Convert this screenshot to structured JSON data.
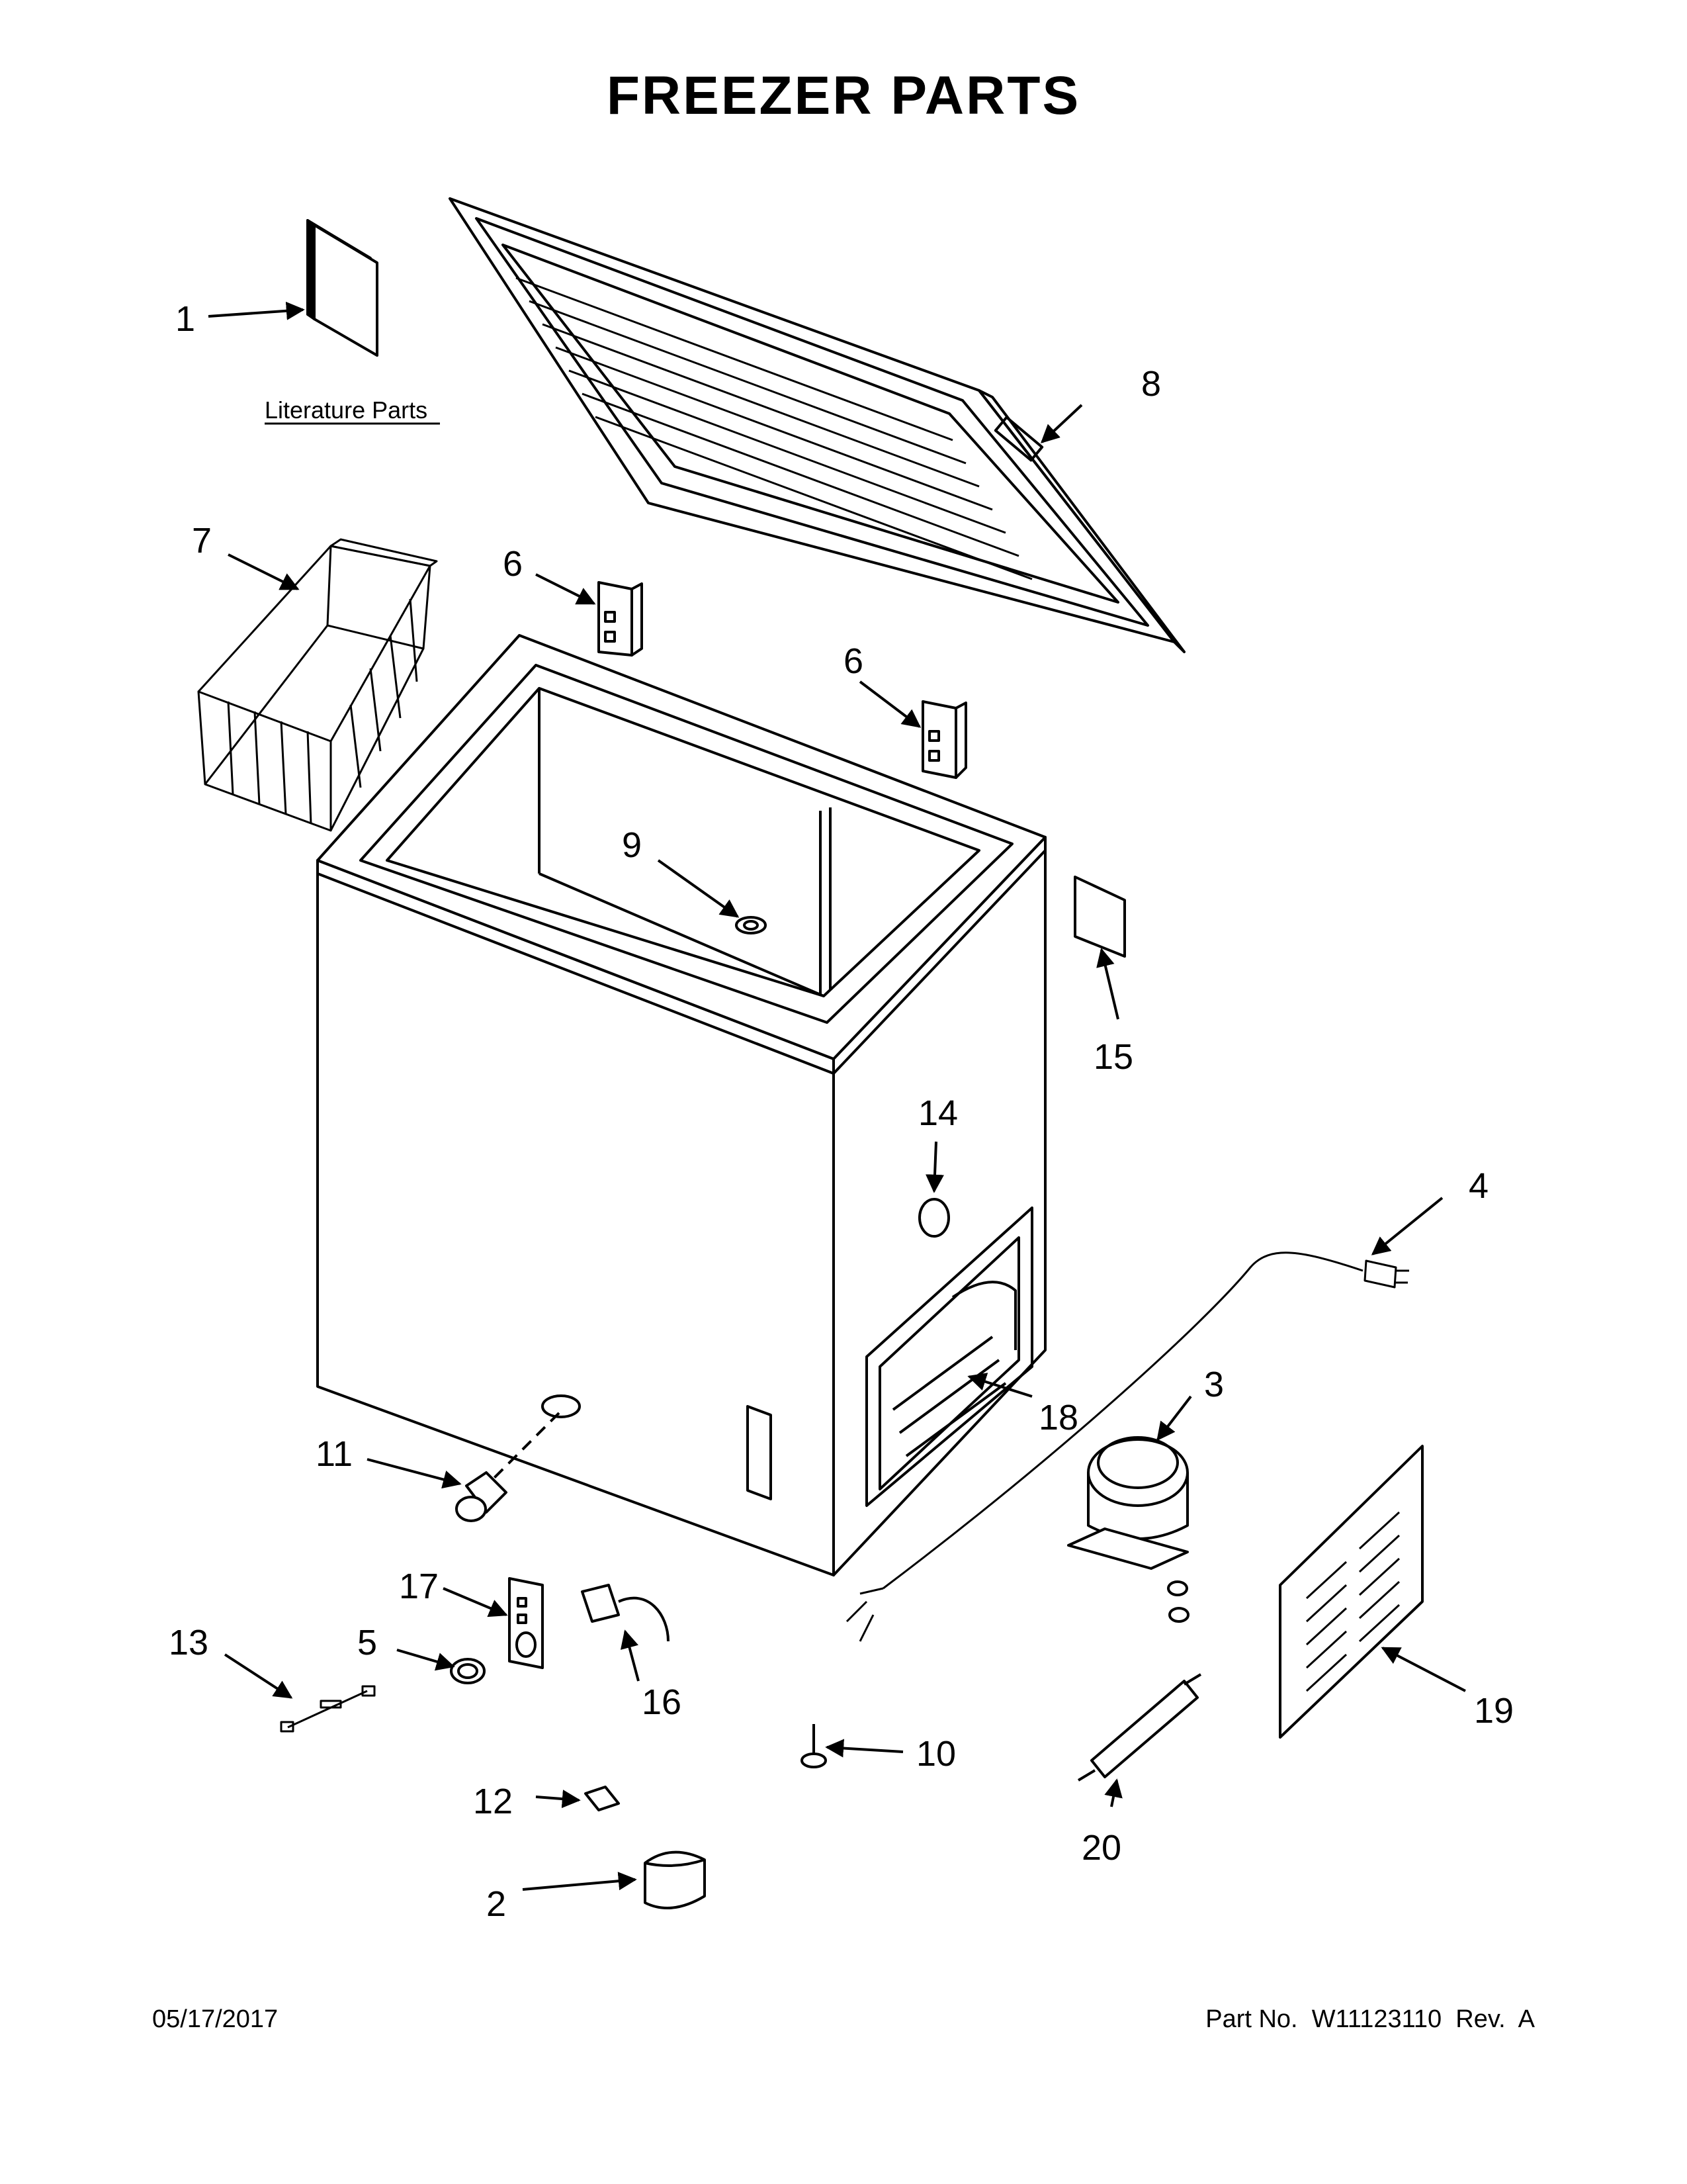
{
  "page": {
    "title": "FREEZER PARTS",
    "literature_label": "Literature Parts",
    "footer": {
      "date": "05/17/2017",
      "part_no": "Part No.  W11123110  Rev.  A"
    }
  },
  "callouts": {
    "c1": "1",
    "c2": "2",
    "c3": "3",
    "c4": "4",
    "c5": "5",
    "c6a": "6",
    "c6b": "6",
    "c7": "7",
    "c8": "8",
    "c9": "9",
    "c10": "10",
    "c11": "11",
    "c12": "12",
    "c13": "13",
    "c14": "14",
    "c15": "15",
    "c16": "16",
    "c17": "17",
    "c18": "18",
    "c19": "19",
    "c20": "20"
  }
}
